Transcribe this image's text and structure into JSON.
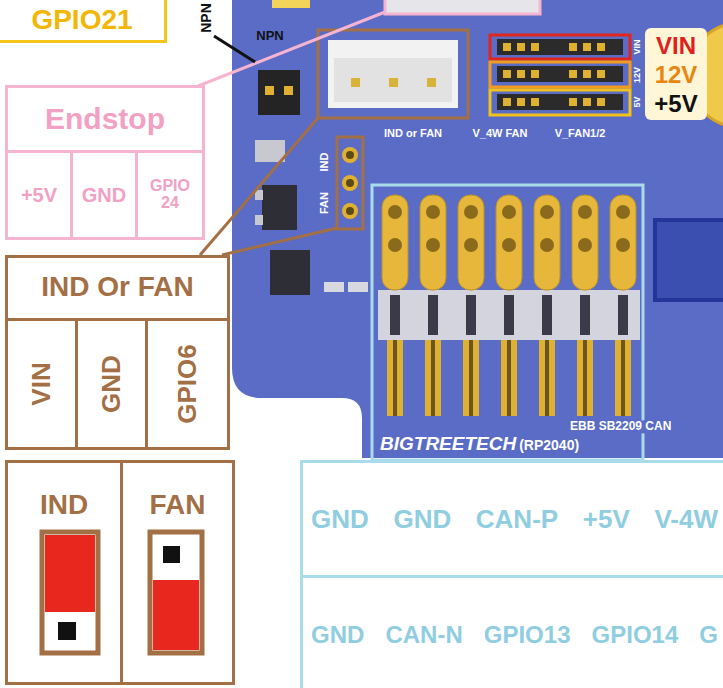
{
  "diagram": {
    "nodes": [
      {
        "text": [
          "GPIO21"
        ]
      },
      {
        "text": [
          "Endstop"
        ]
      },
      {
        "text": [
          "+5V"
        ],
        "in": 1
      },
      {
        "text": [
          "GND"
        ],
        "in": 1
      },
      {
        "text": [
          "GPIO 24"
        ],
        "in": 1
      },
      {
        "text": [
          "IND Or FAN"
        ]
      },
      {
        "text": [
          "VIN"
        ],
        "in": 5
      },
      {
        "text": [
          "GND"
        ],
        "in": 5
      },
      {
        "text": [
          "GPIO6"
        ],
        "in": 5
      },
      {
        "text": [
          "IND"
        ]
      },
      {
        "text": [
          "FAN"
        ]
      },
      {
        "text": [
          "GND",
          "GND",
          "CAN-P",
          "+5V",
          "V-4W"
        ]
      },
      {
        "text": [
          "GND",
          "CAN-N",
          "GPIO13",
          "GPIO14",
          "G"
        ]
      }
    ],
    "labels": [
      "NPN",
      "NPN",
      "IND or FAN",
      "V_4W FAN",
      "V_FAN1/2",
      "5V",
      "12V",
      "VIN",
      "VIN",
      "12V",
      "+5V",
      "FAN",
      "IND",
      "BIGTREETECH",
      "(RP2040)",
      "EBB SB2209 CAN"
    ]
  }
}
